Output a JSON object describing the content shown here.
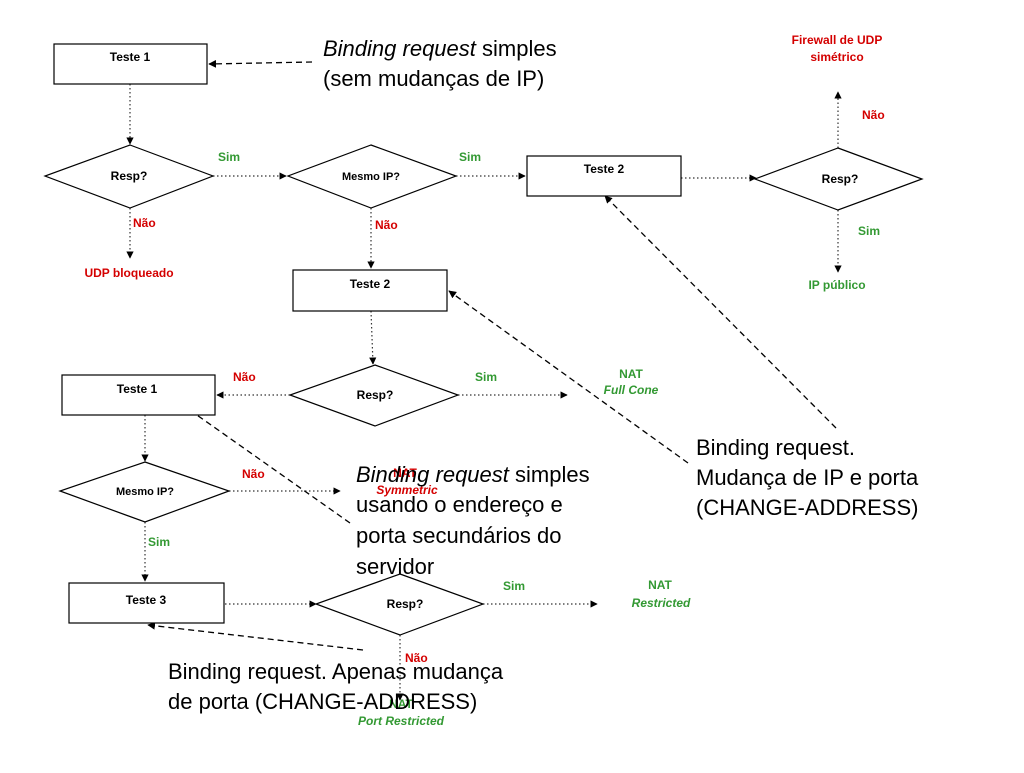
{
  "colors": {
    "red": "#d40000",
    "green": "#339933",
    "black": "#000000"
  },
  "nodes": {
    "teste1_top": "Teste 1",
    "resp1": "Resp?",
    "mesmo_ip1": "Mesmo IP?",
    "teste2_right": "Teste 2",
    "resp_right": "Resp?",
    "teste2_mid": "Teste 2",
    "resp2": "Resp?",
    "teste1_left": "Teste 1",
    "mesmo_ip2": "Mesmo IP?",
    "teste3": "Teste 3",
    "resp3": "Resp?"
  },
  "edge_labels": {
    "sim_resp1": "Sim",
    "nao_resp1": "Não",
    "sim_mesmo1": "Sim",
    "nao_mesmo1": "Não",
    "nao_resp_right": "Não",
    "sim_resp_right": "Sim",
    "nao_resp2": "Não",
    "sim_resp2": "Sim",
    "nao_mesmo2": "Não",
    "sim_mesmo2": "Sim",
    "sim_resp3": "Sim",
    "nao_resp3": "Não"
  },
  "outcomes": {
    "udp_bloqueado": "UDP bloqueado",
    "firewall_line1": "Firewall de UDP",
    "firewall_line2": "simétrico",
    "ip_publico": "IP público",
    "nat_full_1": "NAT",
    "nat_full_2": "Full Cone",
    "nat_sym_1": "NAT",
    "nat_sym_2": "Symmetric",
    "nat_res_1": "NAT",
    "nat_res_2": "Restricted",
    "nat_port_1": "NAT",
    "nat_port_2": "Port Restricted"
  },
  "annotations": {
    "a1_italic": "Binding request",
    "a1_rest": " simples",
    "a1_line2": "(sem mudanças de IP)",
    "a2_line1": "Binding request.",
    "a2_line2": "Mudança de IP e porta",
    "a2_line3": "(CHANGE-ADDRESS)",
    "a3_italic": "Binding request",
    "a3_rest": " simples",
    "a3_line2": "usando o endereço e",
    "a3_line3": "porta secundários do",
    "a3_line4": "servidor",
    "a4_line1": "Binding request. Apenas mudança",
    "a4_line2": "de porta (CHANGE-ADDRESS)"
  }
}
